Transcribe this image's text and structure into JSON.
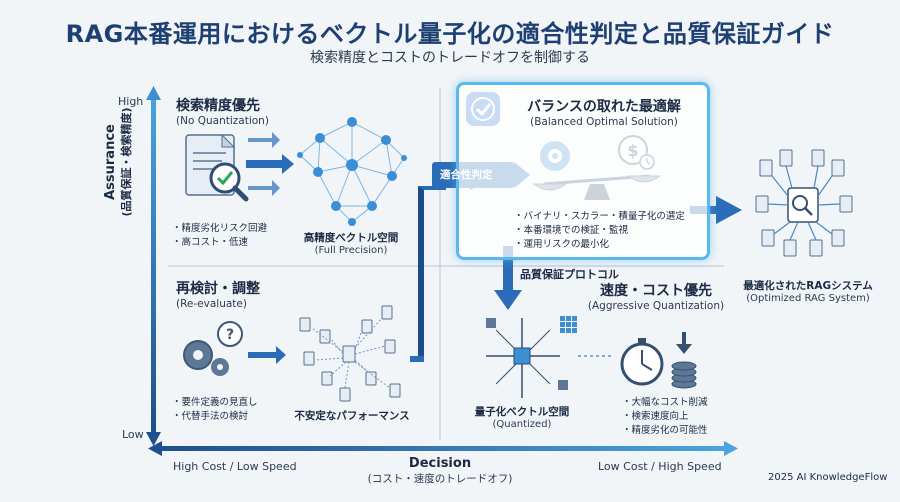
{
  "header": {
    "title": "RAG本番運用におけるベクトル量子化の適合性判定と品質保証ガイド",
    "subtitle": "検索精度とコストのトレードオフを制御する"
  },
  "y_axis": {
    "high": "High",
    "low": "Low",
    "title": "Assurance",
    "title_sub": "(品質保証・検索精度)"
  },
  "x_axis": {
    "left": "High Cost / Low Speed",
    "right": "Low Cost / High Speed",
    "title": "Decision",
    "title_sub": "(コスト・速度のトレードオフ)"
  },
  "quadrants": {
    "top_left": {
      "title": "検索精度優先",
      "subtitle": "(No Quantization)",
      "bullets": [
        "精度劣化リスク回避",
        "高コスト・低速"
      ],
      "caption": "高精度ベクトル空間",
      "caption_sub": "(Full Precision)"
    },
    "top_right": {
      "title": "バランスの取れた最適解",
      "subtitle": "(Balanced Optimal Solution)",
      "bullets": [
        "バイナリ・スカラー・積量子化の選定",
        "本番環境での検証・監視",
        "運用リスクの最小化"
      ]
    },
    "bottom_left": {
      "title": "再検討・調整",
      "subtitle": "(Re-evaluate)",
      "bullets": [
        "要件定義の見直し",
        "代替手法の検討"
      ],
      "caption": "不安定なパフォーマンス"
    },
    "bottom_right": {
      "title": "速度・コスト優先",
      "subtitle": "(Aggressive Quantization)",
      "bullets": [
        "大幅なコスト削減",
        "検索速度向上",
        "精度劣化の可能性"
      ],
      "caption": "量子化ベクトル空間",
      "caption_sub": "(Quantized)"
    }
  },
  "flows": {
    "fit_check": "適合性判定",
    "qa_protocol": "品質保証プロトコル"
  },
  "result": {
    "caption": "最適化されたRAGシステム",
    "caption_sub": "(Optimized RAG System)"
  },
  "footer": {
    "credit": "2025 AI KnowledgeFlow"
  },
  "colors": {
    "axis": "#1f5fa8",
    "accent": "#5bb8ec",
    "dark_blue": "#1d3f72",
    "arrow": "#2b6cb8"
  }
}
